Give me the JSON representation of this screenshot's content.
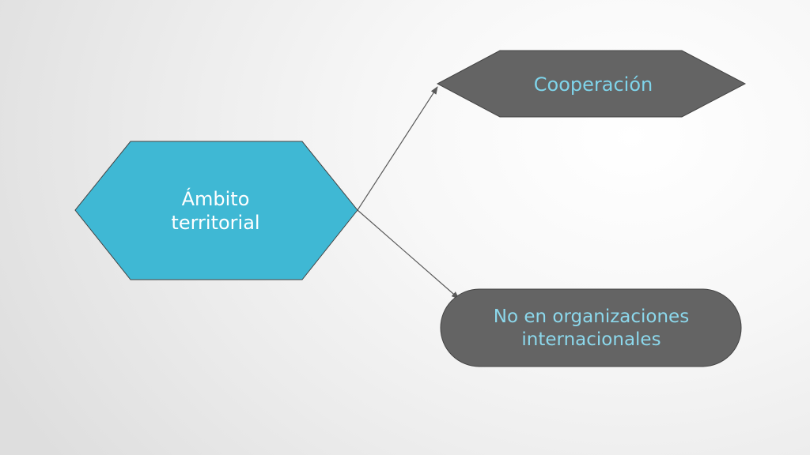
{
  "diagram": {
    "nodes": {
      "source": {
        "label": "Ámbito\nterritorial",
        "fill": "#3fb8d4",
        "text_color": "#ffffff"
      },
      "top": {
        "label": "Cooperación",
        "fill": "#646464",
        "text_color": "#7fd4ea"
      },
      "bottom": {
        "label": "No en organizaciones internacionales",
        "fill": "#646464",
        "text_color": "#8cd8ec"
      }
    },
    "edges": [
      {
        "from": "source",
        "to": "top"
      },
      {
        "from": "source",
        "to": "bottom"
      }
    ],
    "colors": {
      "connector": "#5a5a5a",
      "node_outline": "#444444"
    }
  }
}
